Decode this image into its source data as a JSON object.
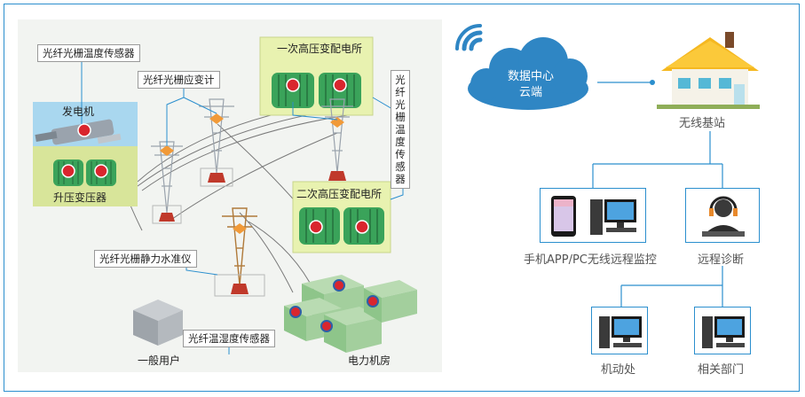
{
  "left": {
    "temp_sensor_top": "光纤光栅温度传感器",
    "strain_meter": "光纤光栅应变计",
    "generator": "发电机",
    "step_up_transformer": "升压变压器",
    "primary_substation": "一次高压变配电所",
    "secondary_substation": "二次高压变配电所",
    "temp_sensor_vertical": "光纤光栅温度传感器",
    "level_gauge": "光纤光栅静力水准仪",
    "temp_humidity_sensor": "光纤温湿度传感器",
    "general_user": "一般用户",
    "power_room": "电力机房"
  },
  "right": {
    "cloud_line1": "数据中心",
    "cloud_line2": "云端",
    "base_station": "无线基站",
    "mobile_pc": "手机APP/PC无线远程监控",
    "remote_diag": "远程诊断",
    "dept1": "机动处",
    "dept2": "相关部门"
  },
  "colors": {
    "accent": "#2b8fce",
    "cloud": "#2f86c4",
    "substation_bg": "#e8f2b0",
    "transformer": "#3aa35a",
    "sensor_dot": "#d9262e",
    "tower_base": "#c0392b"
  },
  "icons": [
    "wifi-icon",
    "cloud-icon",
    "house-icon",
    "phone-icon",
    "computer-icon",
    "headset-operator-icon"
  ]
}
